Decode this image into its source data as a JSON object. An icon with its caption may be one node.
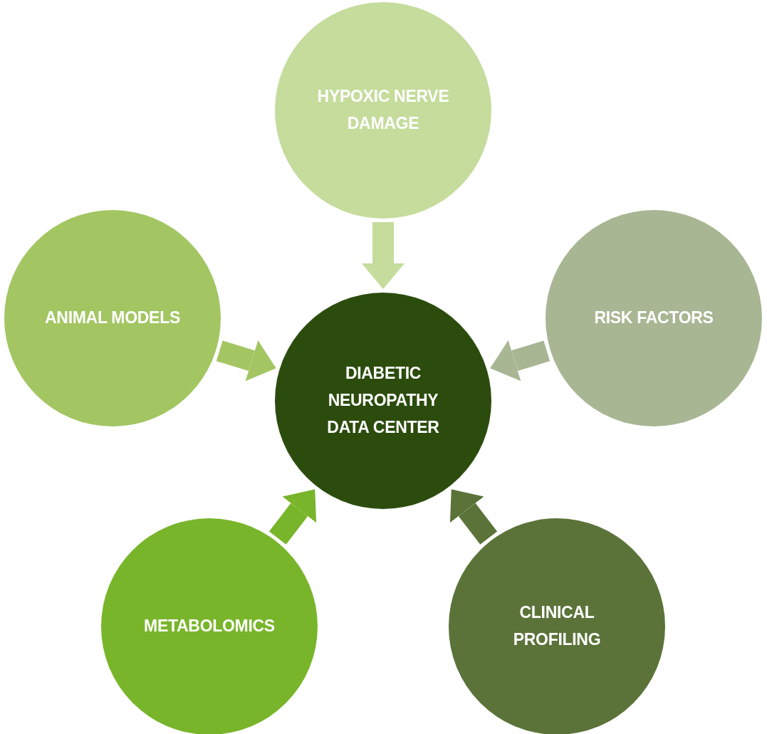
{
  "diagram": {
    "nodes": [
      {
        "text": [
          "DIABETIC NEUROPATHY DATA CENTER"
        ]
      },
      {
        "text": [
          "HYPOXIC NERVE DAMAGE"
        ]
      },
      {
        "text": [
          "ANIMAL MODELS"
        ]
      },
      {
        "text": [
          "RISK FACTORS"
        ]
      },
      {
        "text": [
          "METABOLOMICS"
        ]
      },
      {
        "text": [
          "CLINICAL PROFILING"
        ]
      }
    ],
    "edges": [
      {
        "from": 1,
        "to": 0,
        "arrow": "to",
        "color": "#c5dc9c"
      },
      {
        "from": 2,
        "to": 0,
        "arrow": "to",
        "color": "#a3c663"
      },
      {
        "from": 3,
        "to": 0,
        "arrow": "to",
        "color": "#a8b693"
      },
      {
        "from": 4,
        "to": 0,
        "arrow": "to",
        "color": "#78b52a"
      },
      {
        "from": 5,
        "to": 0,
        "arrow": "to",
        "color": "#5b7339"
      }
    ]
  }
}
